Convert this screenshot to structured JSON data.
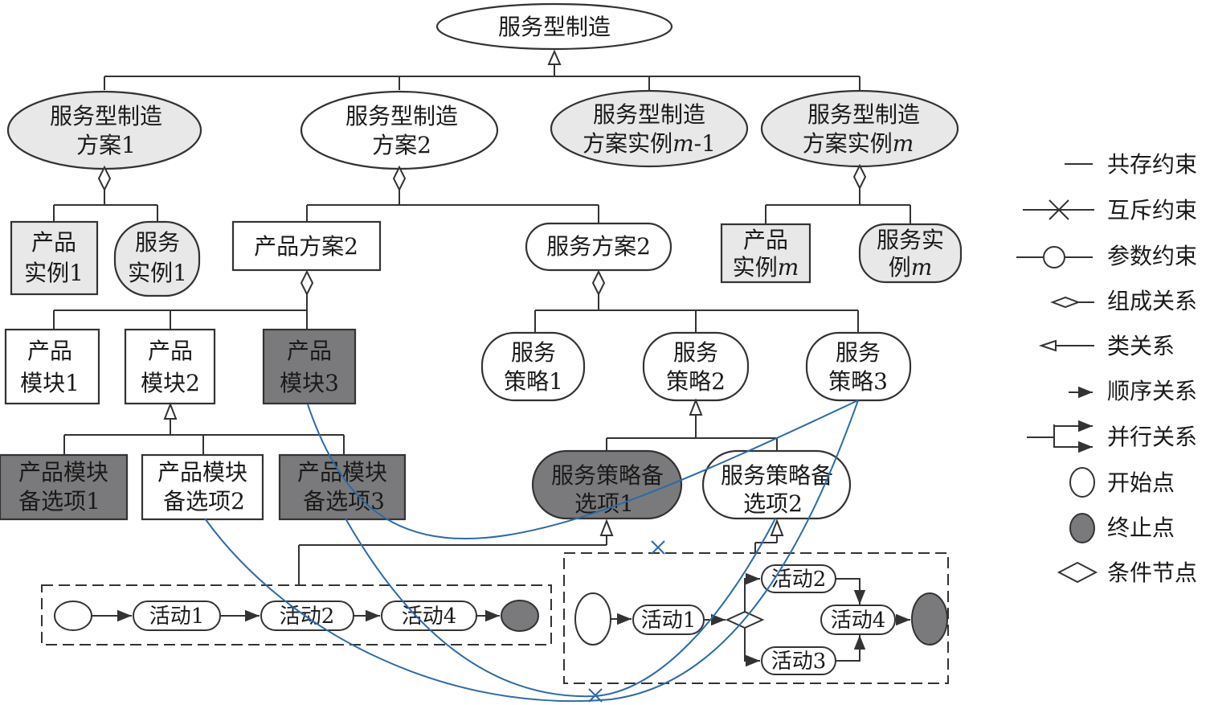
{
  "root": "服务型制造",
  "schemes": [
    {
      "line1": "服务型制造",
      "line2": "方案1"
    },
    {
      "line1": "服务型制造",
      "line2": "方案2"
    },
    {
      "line1": "服务型制造",
      "line2_prefix": "方案实例",
      "line2_italic": "m",
      "line2_suffix": "-1"
    },
    {
      "line1": "服务型制造",
      "line2_prefix": "方案实例",
      "line2_italic": "m",
      "line2_suffix": ""
    }
  ],
  "scheme1_children": {
    "product": {
      "line1": "产品",
      "line2": "实例1"
    },
    "service": {
      "line1": "服务",
      "line2": "实例1"
    }
  },
  "scheme2_children": {
    "product_plan": "产品方案2",
    "service_plan": "服务方案2"
  },
  "schemem_children": {
    "product": {
      "line1": "产品",
      "line2_prefix": "实例",
      "line2_italic": "m"
    },
    "service": {
      "line1": "服务实",
      "line2_prefix": "例",
      "line2_italic": "m"
    }
  },
  "product_modules": [
    {
      "line1": "产品",
      "line2": "模块1"
    },
    {
      "line1": "产品",
      "line2": "模块2"
    },
    {
      "line1": "产品",
      "line2": "模块3"
    }
  ],
  "module_options": [
    {
      "line1": "产品模块",
      "line2": "备选项1"
    },
    {
      "line1": "产品模块",
      "line2": "备选项2"
    },
    {
      "line1": "产品模块",
      "line2": "备选项3"
    }
  ],
  "service_strategies": [
    {
      "line1": "服务",
      "line2": "策略1"
    },
    {
      "line1": "服务",
      "line2": "策略2"
    },
    {
      "line1": "服务",
      "line2": "策略3"
    }
  ],
  "strategy_options": [
    {
      "line1": "服务策略备",
      "line2": "选项1"
    },
    {
      "line1": "服务策略备",
      "line2": "选项2"
    }
  ],
  "flow1_activities": [
    "活动1",
    "活动2",
    "活动4"
  ],
  "flow2_activities": [
    "活动1",
    "活动2",
    "活动3",
    "活动4"
  ],
  "legend": [
    "共存约束",
    "互斥约束",
    "参数约束",
    "组成关系",
    "类关系",
    "顺序关系",
    "并行关系",
    "开始点",
    "终止点",
    "条件节点"
  ],
  "colors": {
    "light_fill": "#e8e8e8",
    "dark_fill": "#7a7a7c",
    "constraint_line": "#2e6aa8",
    "stroke": "#333333"
  }
}
